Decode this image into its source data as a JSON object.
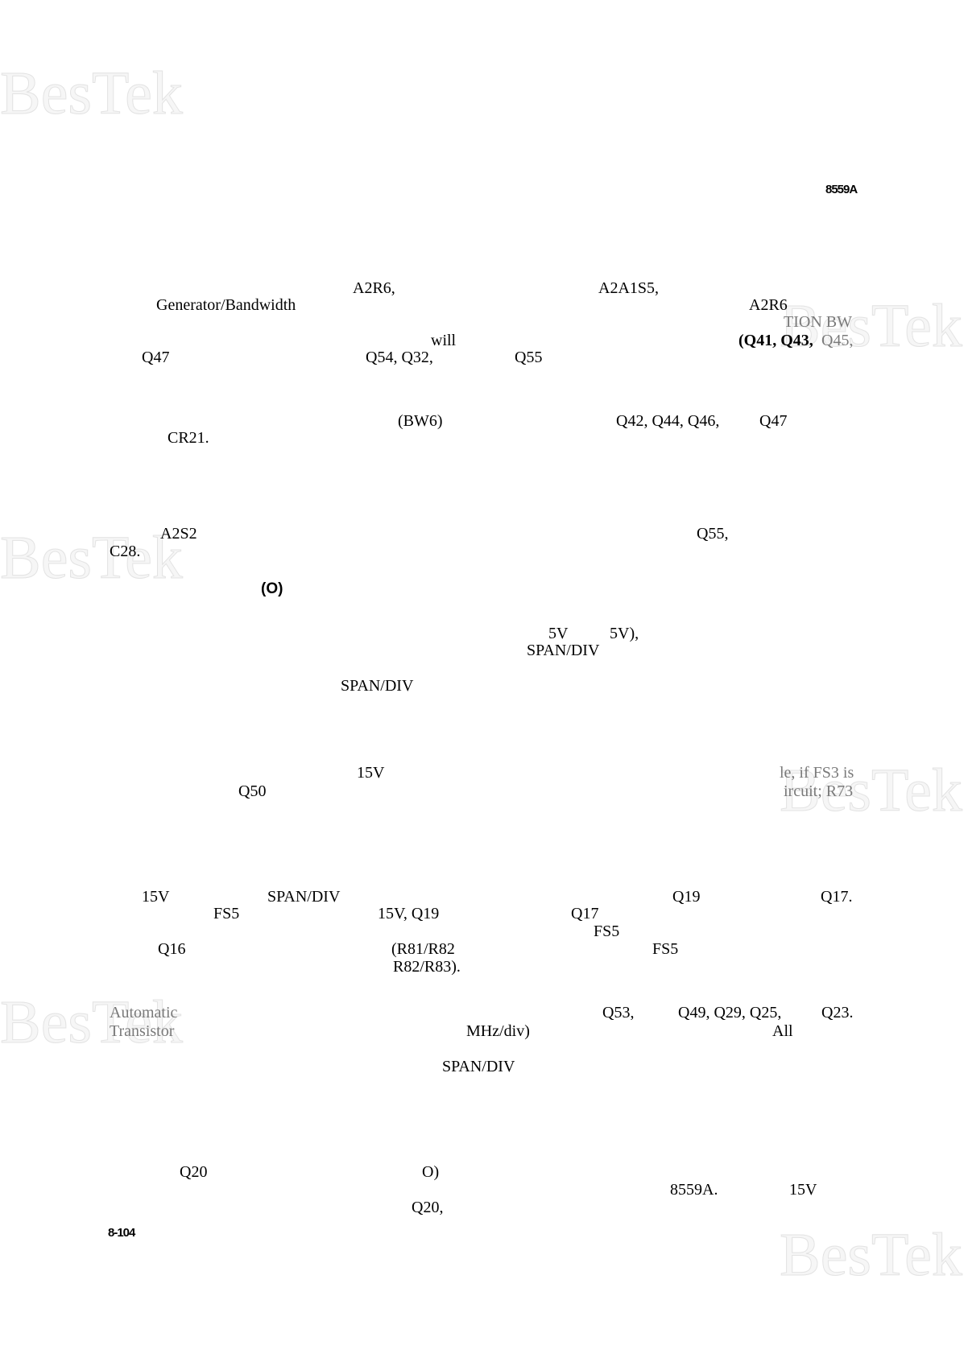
{
  "document": {
    "model_header": "8559A",
    "page_number": "8-104",
    "watermarks": [
      "BesTek",
      "BesTek",
      "BesTek",
      "BesTek",
      "BesTek",
      "BesTek"
    ],
    "lines": [
      [
        "A2R6,",
        "A2A1S5,"
      ],
      [
        "Generator/Bandwidth",
        "A2R6"
      ],
      [
        "TION BW"
      ],
      [
        "will",
        "(Q41, Q43,",
        "Q45,"
      ],
      [
        "Q47",
        "Q54, Q32,",
        "Q55"
      ],
      [
        "(BW6)",
        "Q42, Q44, Q46,",
        "Q47"
      ],
      [
        "CR21."
      ],
      [
        "A2S2",
        "Q55,"
      ],
      [
        "C28."
      ],
      [
        "(O)"
      ],
      [
        "5V",
        "5V),"
      ],
      [
        "SPAN/DIV"
      ],
      [
        "SPAN/DIV"
      ],
      [
        "15V",
        "le, if FS3 is"
      ],
      [
        "Q50",
        "ircuit; R73"
      ],
      [
        "15V",
        "SPAN/DIV",
        "Q19",
        "Q17."
      ],
      [
        "FS5",
        "15V, Q19",
        "Q17"
      ],
      [
        "FS5"
      ],
      [
        "Q16",
        "(R81/R82",
        "FS5"
      ],
      [
        "R82/R83)."
      ],
      [
        "Automatic",
        "Q53,",
        "Q49, Q29, Q25,",
        "Q23."
      ],
      [
        "Transistor",
        "MHz/div)",
        "All"
      ],
      [
        "SPAN/DIV"
      ],
      [
        "Q20",
        "O)"
      ],
      [
        "8559A.",
        "15V"
      ],
      [
        "Q20,"
      ]
    ]
  }
}
